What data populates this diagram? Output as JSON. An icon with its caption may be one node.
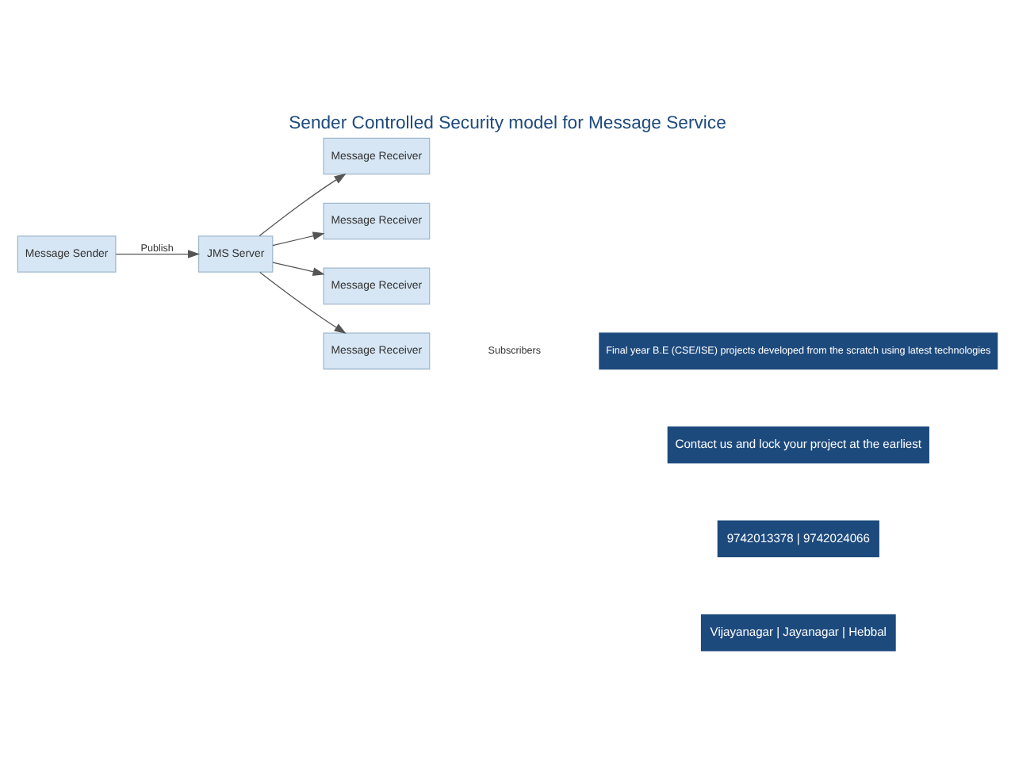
{
  "diagram": {
    "title": "Sender Controlled Security model for Message Service",
    "nodes": [
      {
        "text": [
          "Message Sender"
        ]
      },
      {
        "text": [
          "JMS Server"
        ]
      },
      {
        "text": [
          "Message Receiver"
        ]
      },
      {
        "text": [
          "Message Receiver"
        ]
      },
      {
        "text": [
          "Message Receiver"
        ]
      },
      {
        "text": [
          "Message Receiver"
        ]
      }
    ],
    "edges": [
      {
        "from": 0,
        "to": 1,
        "arrow": "to",
        "label": "Publish"
      },
      {
        "from": 1,
        "to": 2,
        "arrow": "to"
      },
      {
        "from": 1,
        "to": 3,
        "arrow": "to"
      },
      {
        "from": 1,
        "to": 4,
        "arrow": "to"
      },
      {
        "from": 1,
        "to": 5,
        "arrow": "to"
      }
    ],
    "labels": [
      "Subscribers",
      "Final year B.E (CSE/ISE) projects developed from the scratch using latest technologies",
      "Contact us and lock your project at the earliest",
      "9742013378 | 9742024066",
      "Vijayanagar | Jayanagar | Hebbal"
    ]
  }
}
